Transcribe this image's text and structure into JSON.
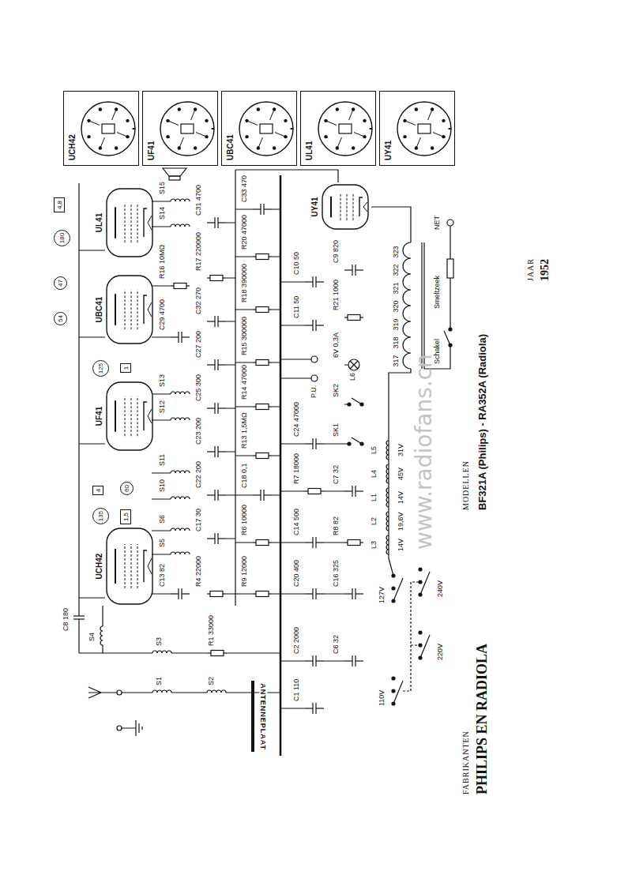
{
  "diagram": {
    "nodes": [
      {
        "text": [
          "UCH42"
        ]
      },
      {
        "text": [
          "UF41"
        ]
      },
      {
        "text": [
          "UBC41"
        ]
      },
      {
        "text": [
          "UL41"
        ]
      },
      {
        "text": [
          "UY41"
        ]
      },
      {
        "text": [
          "UCH42"
        ]
      },
      {
        "text": [
          "135"
        ]
      },
      {
        "text": [
          "4"
        ]
      },
      {
        "text": [
          "1,5"
        ]
      },
      {
        "text": [
          "60"
        ]
      },
      {
        "text": [
          "UF41"
        ]
      },
      {
        "text": [
          "125"
        ]
      },
      {
        "text": [
          "1"
        ]
      },
      {
        "text": [
          "UBC41"
        ]
      },
      {
        "text": [
          "54"
        ]
      },
      {
        "text": [
          "47"
        ]
      },
      {
        "text": [
          "UL41"
        ]
      },
      {
        "text": [
          "180"
        ]
      },
      {
        "text": [
          "4,8"
        ]
      },
      {
        "text": [
          "UY41"
        ]
      }
    ],
    "labels": [
      "ANTENNEPLAAT",
      "S1",
      "S2",
      "S3",
      "S4",
      "R1 33000",
      "C8 180",
      "C13 82",
      "S5",
      "S6",
      "S10",
      "S11",
      "S12",
      "S13",
      "C29 4700",
      "R16 10MΩ",
      "S14",
      "S15",
      "R4 22000",
      "C17 30",
      "C22 200",
      "C23 200",
      "C25 300",
      "C27 200",
      "C32 270",
      "R17 220000",
      "C31 4700",
      "R9 12000",
      "R6 10000",
      "C18 0,1",
      "R13 1,5MΩ",
      "R14 47000",
      "R15 300000",
      "R18 390000",
      "R20 47000",
      "C33 470",
      "C1 110",
      "C2 2000",
      "C20 400",
      "C14 500",
      "R7 18000",
      "C24 47000",
      "P.U.",
      "C11 50",
      "C10 50",
      "C6 32",
      "C16 325",
      "R8 82",
      "C7 32",
      "SK1",
      "SK2",
      "6V 0,3A",
      "R21 1000",
      "C9 820",
      "L3",
      "14V",
      "L2",
      "19,6V",
      "L1",
      "14V",
      "L4",
      "45V",
      "L5",
      "31V",
      "L6",
      "110V",
      "127V",
      "220V",
      "240V",
      "317",
      "318",
      "319",
      "320",
      "321",
      "322",
      "323",
      "Schakel",
      "Smeltzeek",
      "NET",
      "FABRIKANTEN",
      "PHILIPS EN RADIOLA",
      "MODELLEN",
      "BF321A (Philips) - RA352A (Radiola)",
      "JAAR",
      "1952",
      "www.radiofans.cn"
    ]
  }
}
